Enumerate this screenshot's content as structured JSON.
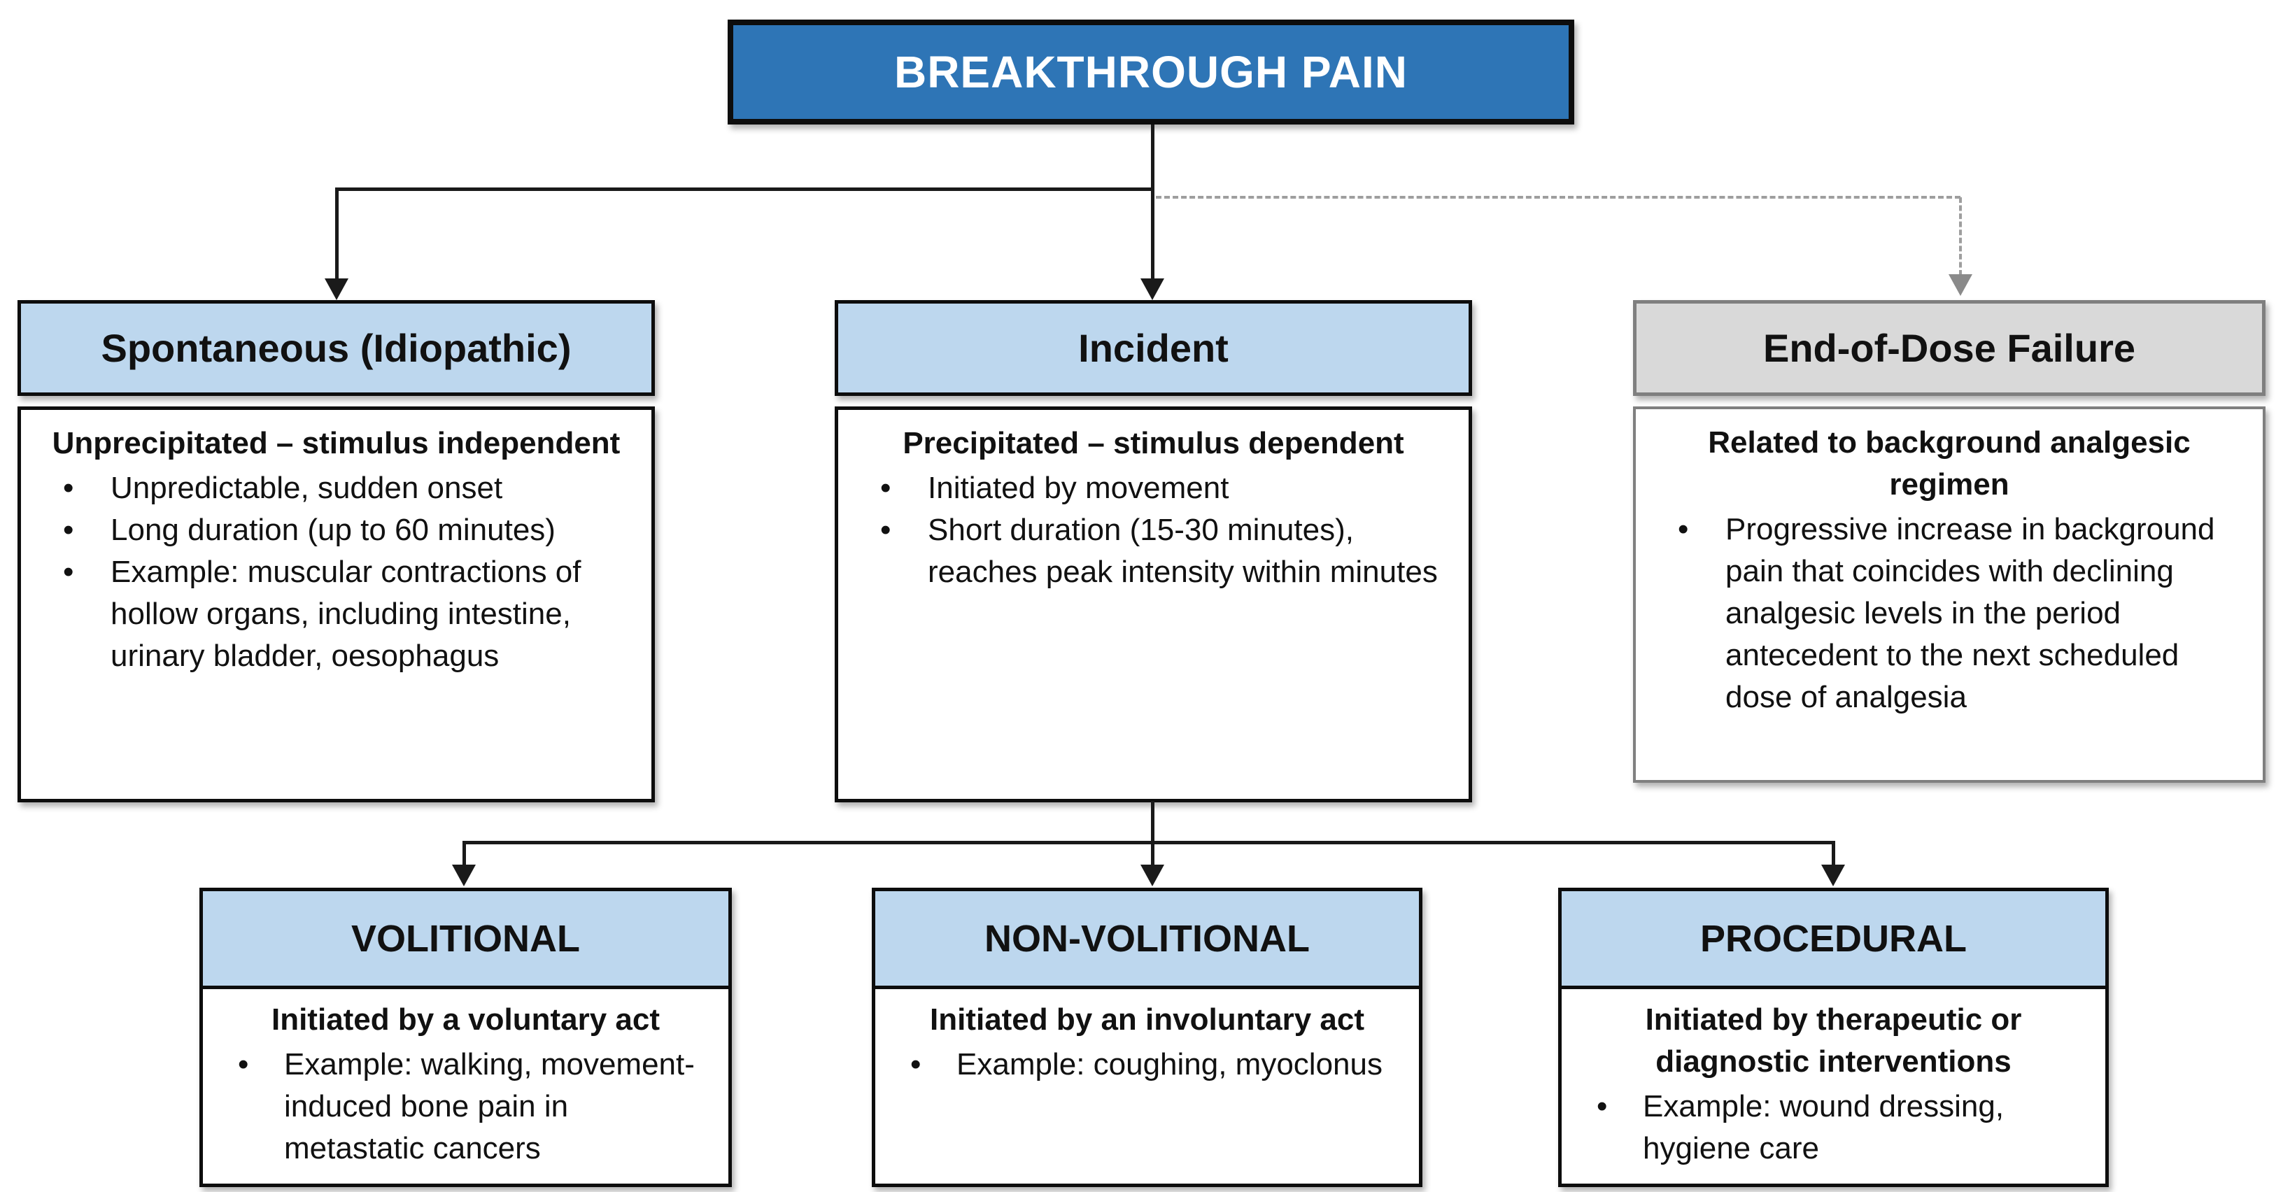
{
  "root": {
    "title": "BREAKTHROUGH PAIN"
  },
  "columns": {
    "spontaneous": {
      "header": "Spontaneous (Idiopathic)",
      "lead": "Unprecipitated – stimulus independent",
      "bullets": [
        "Unpredictable, sudden onset",
        "Long duration (up to 60 minutes)",
        "Example: muscular contractions of hollow organs, including intestine, urinary bladder, oesophagus"
      ]
    },
    "incident": {
      "header": "Incident",
      "lead": "Precipitated – stimulus dependent",
      "bullets": [
        "Initiated by movement",
        "Short duration (15-30 minutes), reaches peak intensity within minutes"
      ]
    },
    "end_of_dose": {
      "header": "End-of-Dose Failure",
      "lead": "Related to background analgesic regimen",
      "bullets": [
        "Progressive increase in background pain that coincides with declining analgesic levels in the period antecedent to the next scheduled dose of analgesia"
      ]
    },
    "volitional": {
      "header": "VOLITIONAL",
      "lead": "Initiated by a voluntary act",
      "bullets": [
        "Example: walking, movement-induced bone pain in metastatic cancers"
      ]
    },
    "non_volitional": {
      "header": "NON-VOLITIONAL",
      "lead": "Initiated by an involuntary act",
      "bullets": [
        "Example: coughing, myoclonus"
      ]
    },
    "procedural": {
      "header": "PROCEDURAL",
      "lead": "Initiated by therapeutic or diagnostic interventions",
      "bullets": [
        "Example: wound dressing, hygiene care"
      ]
    }
  },
  "colors": {
    "root_fill": "#2E75B6",
    "header_fill": "#BDD7EE",
    "gray_fill": "#D9D9D9",
    "gray_border": "#7F7F7F",
    "box_border": "#0D0D0D",
    "solid_connector": "#1A1A1A",
    "dashed_connector": "#9E9E9E",
    "dashed_arrow": "#8A8A8A"
  }
}
